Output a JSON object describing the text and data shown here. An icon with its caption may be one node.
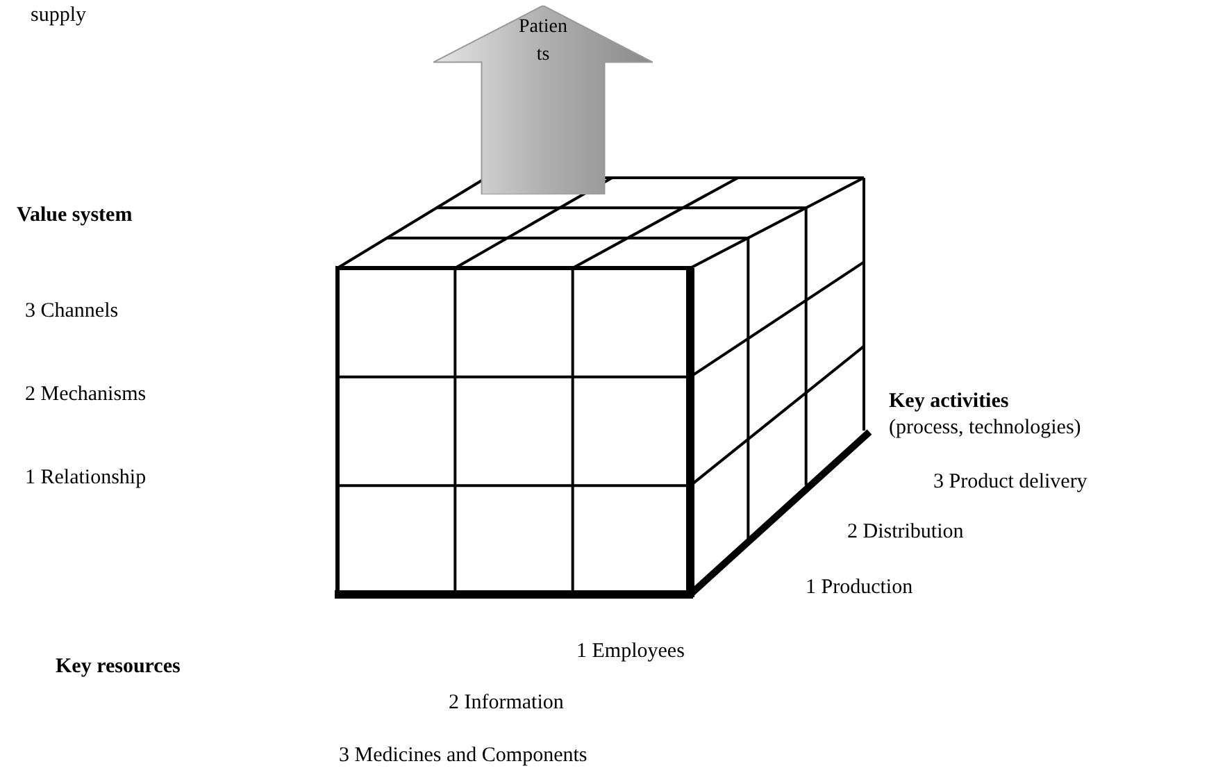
{
  "diagram": {
    "nodes": [
      {
        "text": [
          "Patients"
        ]
      }
    ],
    "labels": [
      "supply",
      "Value system",
      "3 Channels",
      "2 Mechanisms",
      "1 Relationship",
      "Key activities",
      "(process, technologies)",
      "3 Product delivery",
      "2 Distribution",
      "1 Production",
      "Key resources",
      "1 Employees",
      "2 Information",
      "3 Medicines and Components"
    ]
  }
}
